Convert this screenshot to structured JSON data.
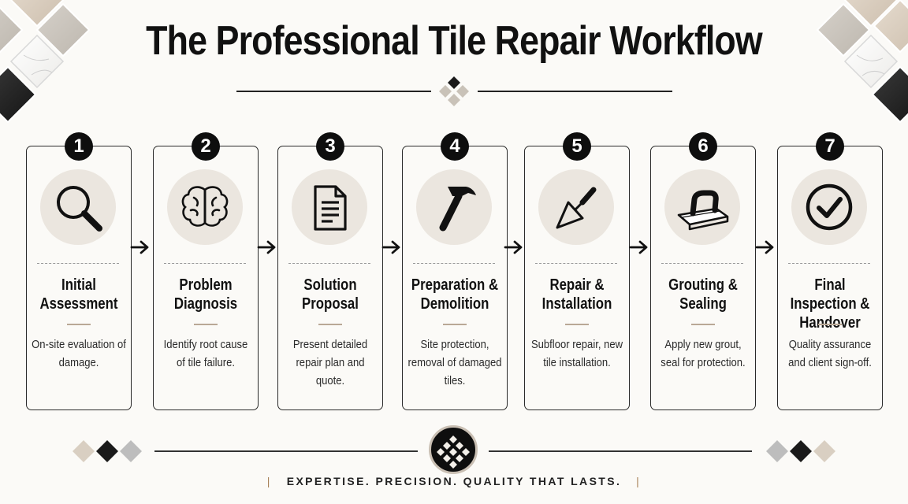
{
  "title": "The Professional Tile Repair Workflow",
  "steps": [
    {
      "number": "1",
      "title": "Initial Assessment",
      "description": "On-site evaluation of damage.",
      "icon": "magnifying-glass-icon"
    },
    {
      "number": "2",
      "title": "Problem Diagnosis",
      "description": "Identify root cause of tile failure.",
      "icon": "brain-icon"
    },
    {
      "number": "3",
      "title": "Solution Proposal",
      "description": "Present detailed repair plan and quote.",
      "icon": "document-icon"
    },
    {
      "number": "4",
      "title": "Preparation & Demolition",
      "description": "Site protection, removal of damaged tiles.",
      "icon": "hammer-icon"
    },
    {
      "number": "5",
      "title": "Repair & Installation",
      "description": "Subfloor repair, new tile installation.",
      "icon": "trowel-icon"
    },
    {
      "number": "6",
      "title": "Grouting & Sealing",
      "description": "Apply new grout, seal for protection.",
      "icon": "grout-float-icon"
    },
    {
      "number": "7",
      "title": "Final Inspection & Handover",
      "description": "Quality assurance and client sign-off.",
      "icon": "checkmark-circle-icon"
    }
  ],
  "tagline": "EXPERTISE. PRECISION. QUALITY THAT LASTS.",
  "colors": {
    "ink": "#111111",
    "badge": "#0e0e0e",
    "icon_bg": "#ebe6df",
    "accent": "#b9a896",
    "tagline_bar": "#a8835a",
    "background": "#fbfaf7"
  }
}
